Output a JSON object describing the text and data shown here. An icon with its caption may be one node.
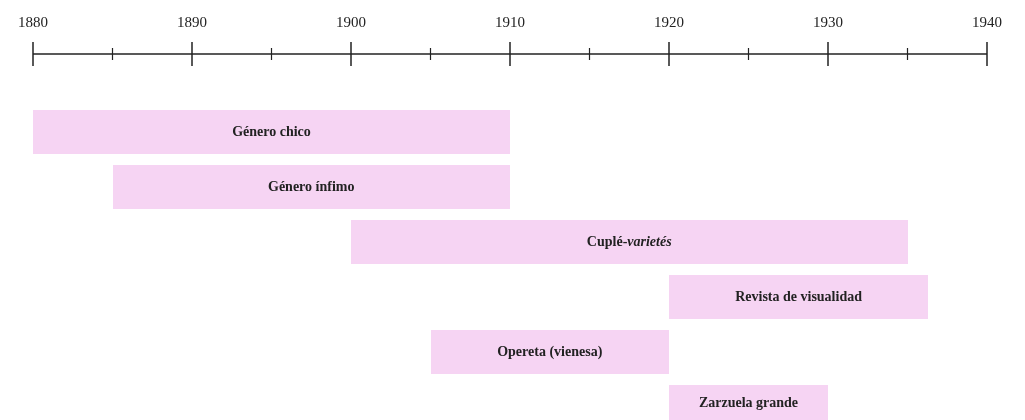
{
  "diagram": {
    "nodes": [
      {
        "text": [
          "Género chico"
        ]
      },
      {
        "text": [
          "Género ínfimo"
        ]
      },
      {
        "text": [
          "Cuplé-*varietés*"
        ]
      },
      {
        "text": [
          "Revista de visualidad"
        ]
      },
      {
        "text": [
          "Opereta (vienesa)"
        ]
      },
      {
        "text": [
          "Zarzuela grande"
        ]
      }
    ],
    "edges": [],
    "labels": [
      "1880",
      "1890",
      "1900",
      "1910",
      "1920",
      "1930",
      "1940"
    ]
  }
}
